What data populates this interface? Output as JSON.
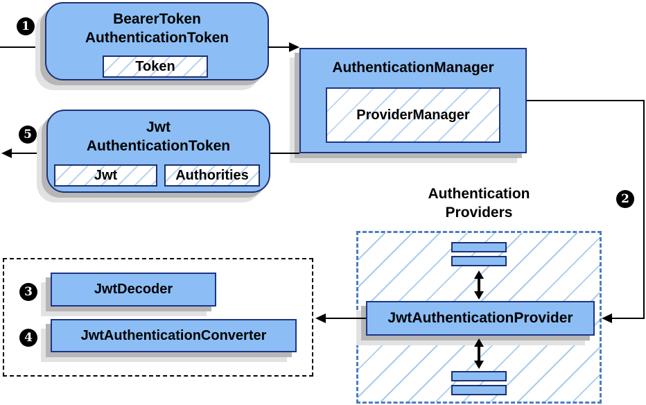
{
  "diagram": {
    "steps": {
      "one": "1",
      "two": "2",
      "three": "3",
      "four": "4",
      "five": "5"
    },
    "nodes": {
      "bearer_token": {
        "title_line1": "BearerToken",
        "title_line2": "AuthenticationToken",
        "field": "Token"
      },
      "authentication_manager": {
        "title": "AuthenticationManager",
        "impl": "ProviderManager"
      },
      "jwt_authentication_token": {
        "title_line1": "Jwt",
        "title_line2": "AuthenticationToken",
        "field1": "Jwt",
        "field2": "Authorities"
      },
      "providers_group": {
        "title_line1": "Authentication",
        "title_line2": "Providers"
      },
      "jwt_authentication_provider": {
        "title": "JwtAuthenticationProvider"
      },
      "jwt_decoder": {
        "title": "JwtDecoder"
      },
      "jwt_authentication_converter": {
        "title": "JwtAuthenticationConverter"
      }
    },
    "colors": {
      "node_fill": "#8cbef5",
      "node_border": "#1e3482",
      "node_border_dark": "#203070",
      "field_border": "#1b2f6e",
      "hatch_line": "#b9d4f0",
      "area_border": "#4a7ebd",
      "area_hatch": "#a9cbec",
      "shadow1": "#b6b6b6",
      "shadow2": "#e2e2e2"
    }
  }
}
